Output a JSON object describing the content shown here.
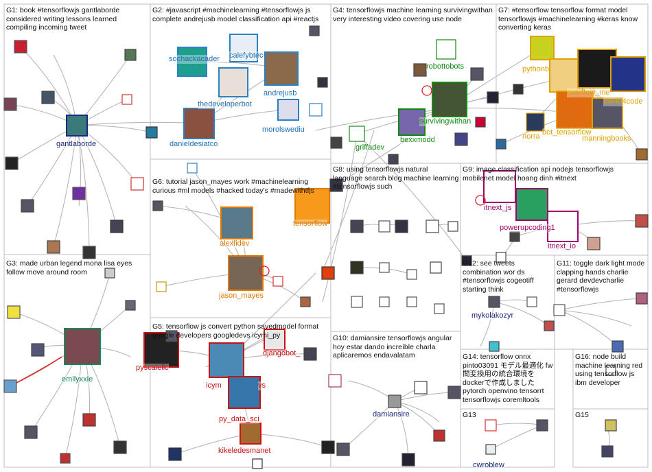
{
  "groups": [
    {
      "id": "G1",
      "text": "G1: book #tensorflowjs gantlaborde considered writing lessons learned compiling incoming tweet"
    },
    {
      "id": "G2",
      "text": "G2: #javascript #machinelearning #tensorflowjs js complete andrejusb model classification api #reactjs"
    },
    {
      "id": "G3",
      "text": "G3: made urban legend mona lisa eyes follow move around room"
    },
    {
      "id": "G4",
      "text": "G4: tensorflowjs machine learning survivingwithan very interesting video covering use node"
    },
    {
      "id": "G5",
      "text": "G5: tensorflow js convert python savedmodel format google developers googledevs icymi_py"
    },
    {
      "id": "G6",
      "text": "G6: tutorial jason_mayes work #machinelearning curious #ml models #hacked today's #madewithtfjs"
    },
    {
      "id": "G7",
      "text": "G7: #tensorflow tensorflow format model tensorflowjs #machinelearning #keras know converting keras"
    },
    {
      "id": "G8",
      "text": "G8: using tensorflowjs natural language search blog machine learning #tensorflowjs such"
    },
    {
      "id": "G9",
      "text": "G9: image classification api nodejs tensorflowjs mobilenet model hoang dinh #itnext"
    },
    {
      "id": "G10",
      "text": "G10: damiansire tensorflowjs angular hoy estar dando increíble charla aplicaremos endavalatam"
    },
    {
      "id": "G11",
      "text": "G11: toggle dark light mode clapping hands charlie gerard devdevcharlie #tensorflowjs"
    },
    {
      "id": "G12",
      "text": "G12: see tweets combination wor ds #tensorflowjs cogeotiff starting think"
    },
    {
      "id": "G13",
      "text": "G13"
    },
    {
      "id": "G14",
      "text": "G14: tensorflow onnx pinto03091 モデル最適化 fw間変換用の統合環境をdockerで作成しました pytorch openvino tensorrt tensorflowjs coremltools"
    },
    {
      "id": "G15",
      "text": "G15"
    },
    {
      "id": "G16",
      "text": "G16: node build machine learning red using tensorflow js ibm developer"
    }
  ],
  "labels": [
    {
      "name": "gantlaborde",
      "color": "#1a2a7a"
    },
    {
      "name": "sochackacader",
      "color": "#1f6fb5"
    },
    {
      "name": "calefybtec",
      "color": "#1f6fb5"
    },
    {
      "name": "thedeveloperbot",
      "color": "#1f6fb5"
    },
    {
      "name": "andrejusb",
      "color": "#1f6fb5"
    },
    {
      "name": "danieldesiatco",
      "color": "#1f6fb5"
    },
    {
      "name": "morolswediu",
      "color": "#1f6fb5"
    },
    {
      "name": "robottobots",
      "color": "#118811"
    },
    {
      "name": "survivingwithan",
      "color": "#118811"
    },
    {
      "name": "bexxmodd",
      "color": "#118811"
    },
    {
      "name": "griffadev",
      "color": "#118811"
    },
    {
      "name": "pythonb",
      "color": "#e0a000"
    },
    {
      "name": "overflow_me",
      "color": "#e0a000"
    },
    {
      "name": "the404code",
      "color": "#e0a000"
    },
    {
      "name": "bot_tensorflow",
      "color": "#e0a000"
    },
    {
      "name": "norra",
      "color": "#e0a000"
    },
    {
      "name": "manningbooks",
      "color": "#e0a000"
    },
    {
      "name": "tensorflow",
      "color": "#e07a00"
    },
    {
      "name": "alexfidev",
      "color": "#e07a00"
    },
    {
      "name": "jason_mayes",
      "color": "#e07a00"
    },
    {
      "name": "itnext_js",
      "color": "#a0006a"
    },
    {
      "name": "powerupcoding1",
      "color": "#a0006a"
    },
    {
      "name": "itnext_io",
      "color": "#a0006a"
    },
    {
      "name": "emilyxxie",
      "color": "#118855"
    },
    {
      "name": "pyscalellc",
      "color": "#cc1111"
    },
    {
      "name": "icym",
      "color": "#cc1111"
    },
    {
      "name": "vs",
      "color": "#cc1111"
    },
    {
      "name": "djangobot_",
      "color": "#cc1111"
    },
    {
      "name": "py_data_sci",
      "color": "#cc1111"
    },
    {
      "name": "kikeledesmanet",
      "color": "#cc1111"
    },
    {
      "name": "damiansire",
      "color": "#1a2a7a"
    },
    {
      "name": "mykolakozyr",
      "color": "#1a2a7a"
    },
    {
      "name": "cwroblew",
      "color": "#1a2a7a"
    }
  ]
}
